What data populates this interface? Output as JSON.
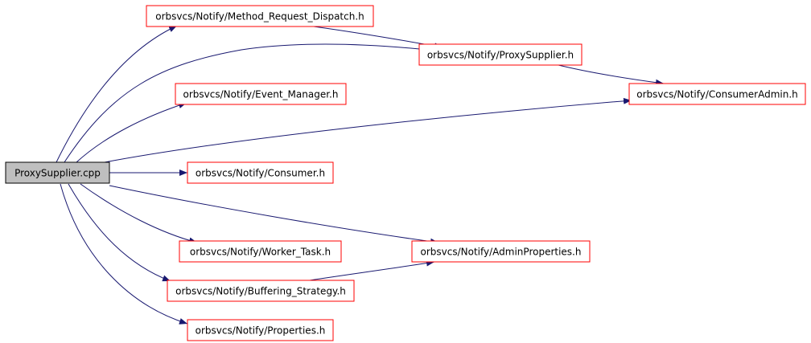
{
  "colors": {
    "root_fill": "#bfbfbf",
    "root_border": "#000000",
    "node_fill": "#ffffff",
    "node_border": "#ff0000",
    "edge": "#191970"
  },
  "nodes": {
    "root": "ProxySupplier.cpp",
    "method_request_dispatch": "orbsvcs/Notify/Method_Request_Dispatch.h",
    "proxy_supplier": "orbsvcs/Notify/ProxySupplier.h",
    "event_manager": "orbsvcs/Notify/Event_Manager.h",
    "consumer_admin": "orbsvcs/Notify/ConsumerAdmin.h",
    "consumer": "orbsvcs/Notify/Consumer.h",
    "worker_task": "orbsvcs/Notify/Worker_Task.h",
    "admin_properties": "orbsvcs/Notify/AdminProperties.h",
    "buffering_strategy": "orbsvcs/Notify/Buffering_Strategy.h",
    "properties": "orbsvcs/Notify/Properties.h"
  },
  "edges": [
    [
      "root",
      "method_request_dispatch"
    ],
    [
      "root",
      "proxy_supplier"
    ],
    [
      "root",
      "event_manager"
    ],
    [
      "root",
      "consumer_admin"
    ],
    [
      "root",
      "consumer"
    ],
    [
      "root",
      "worker_task"
    ],
    [
      "root",
      "admin_properties"
    ],
    [
      "root",
      "buffering_strategy"
    ],
    [
      "root",
      "properties"
    ],
    [
      "method_request_dispatch",
      "proxy_supplier"
    ],
    [
      "proxy_supplier",
      "consumer_admin"
    ],
    [
      "buffering_strategy",
      "admin_properties"
    ]
  ]
}
